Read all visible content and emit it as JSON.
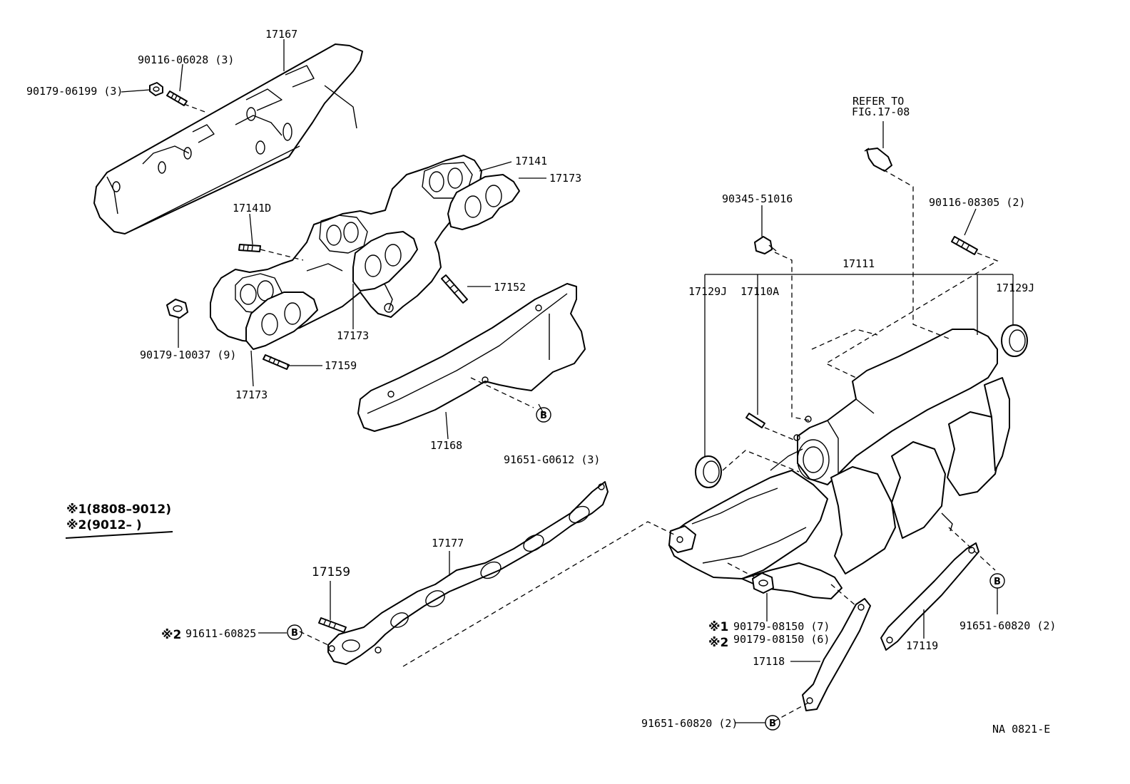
{
  "labels": {
    "p17167": "17167",
    "p90116_06028": "90116-06028 (3)",
    "p90179_06199": "90179-06199 (3)",
    "p17141": "17141",
    "p17173_a": "17173",
    "p17141d": "17141D",
    "p17152": "17152",
    "p90179_10037": "90179-10037 (9)",
    "p17173_b": "17173",
    "p17159_a": "17159",
    "p17173_c": "17173",
    "p17168": "17168",
    "p91651_g0612": "91651-G0612 (3)",
    "note1": "※1(8808–9012)",
    "note2": "※2(9012–        )",
    "p17177": "17177",
    "p17159_b": "17159",
    "p91611_60825_mark": "※2",
    "p91611_60825": "91611-60825",
    "refer_to": "REFER TO",
    "refer_fig": "FIG.17-08",
    "p90345_51016": "90345-51016",
    "p90116_08305": "90116-08305 (2)",
    "p17111": "17111",
    "p17129j_a": "17129J",
    "p17110a": "17110A",
    "p17129j_b": "17129J",
    "p90179_08150_7_mark": "※1",
    "p90179_08150_7": "90179-08150 (7)",
    "p90179_08150_6_mark": "※2",
    "p90179_08150_6": "90179-08150 (6)",
    "p17118": "17118",
    "p17119": "17119",
    "p91651_60820_a": "91651-60820 (2)",
    "p91651_60820_b": "91651-60820 (2)",
    "marker_b": "B",
    "drawing_code": "NA  0821-E"
  }
}
